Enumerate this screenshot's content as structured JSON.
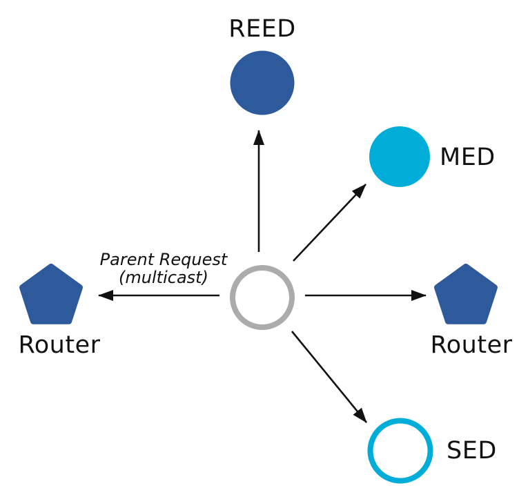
{
  "diagram": {
    "description": "Thread network joining: joiner node multicasts Parent Request to neighboring devices",
    "background": "#ffffff",
    "colors": {
      "blue": "#2E5A9C",
      "cyan": "#00ADD8",
      "gray": "#ABABAB",
      "arrow": "#111111",
      "text": "#111111"
    },
    "nodes": {
      "reed": {
        "label": "REED",
        "shape": "circle",
        "style": "filled",
        "color": "#2E5A9C"
      },
      "med": {
        "label": "MED",
        "shape": "circle",
        "style": "filled",
        "color": "#00ADD8"
      },
      "router_right": {
        "label": "Router",
        "shape": "pentagon",
        "style": "filled",
        "color": "#2E5A9C"
      },
      "sed": {
        "label": "SED",
        "shape": "circle",
        "style": "outline",
        "color": "#00ADD8"
      },
      "router_left": {
        "label": "Router",
        "shape": "pentagon",
        "style": "filled",
        "color": "#2E5A9C"
      },
      "joiner": {
        "label": "",
        "shape": "circle",
        "style": "outline",
        "color": "#ABABAB"
      }
    },
    "annotation": {
      "line1": "Parent Request",
      "line2": "(multicast)"
    },
    "edges": [
      {
        "from": "joiner",
        "to": "reed",
        "type": "arrow"
      },
      {
        "from": "joiner",
        "to": "med",
        "type": "arrow"
      },
      {
        "from": "joiner",
        "to": "router_right",
        "type": "arrow"
      },
      {
        "from": "joiner",
        "to": "sed",
        "type": "arrow"
      },
      {
        "from": "joiner",
        "to": "router_left",
        "type": "arrow",
        "label": "Parent Request (multicast)"
      }
    ]
  }
}
